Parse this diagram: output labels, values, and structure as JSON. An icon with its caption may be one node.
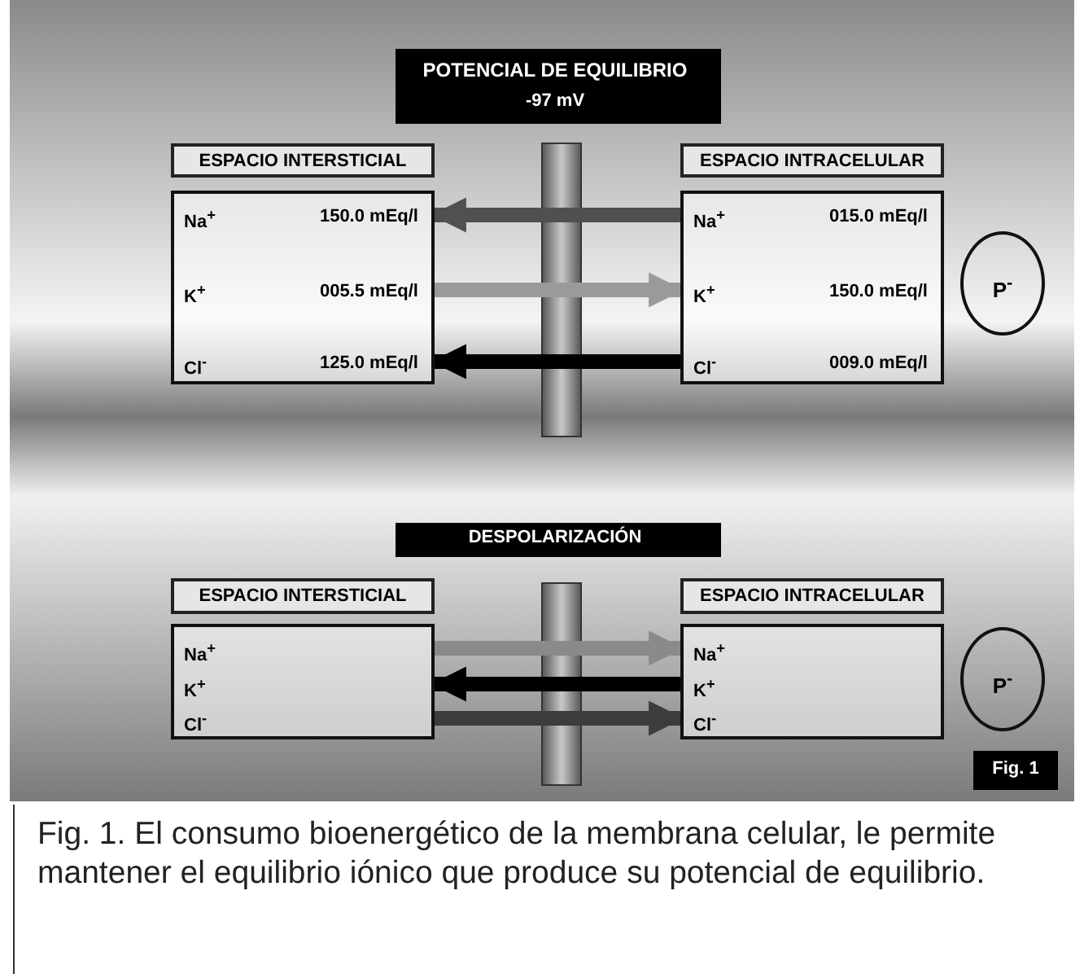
{
  "diagram": {
    "caption": "Fig. 1. El consumo bioenergético de la membrana celular, le permite mantener el equilibrio iónico que produce su potencial de equilibrio.",
    "nodes": [
      {
        "text": [
          "POTENCIAL DE EQUILIBRIO",
          "-97 mV"
        ]
      },
      {
        "text": [
          "ESPACIO INTERSTICIAL"
        ]
      },
      {
        "text": [
          "ESPACIO INTRACELULAR"
        ]
      },
      {
        "text": [
          "Na$^{+}$",
          "150.0 mEq/l",
          "K$^{+}$",
          "005.5 mEq/l",
          "Cl$^{-}$",
          "125.0 mEq/l"
        ]
      },
      {
        "text": [
          "Na$^{+}$",
          "015.0 mEq/l",
          "K$^{+}$",
          "150.0 mEq/l",
          "Cl$^{-}$",
          "009.0 mEq/l"
        ]
      },
      {
        "text": [
          "P$^{-}$"
        ]
      },
      {
        "text": [
          "DESPOLARIZACIÓN"
        ]
      },
      {
        "text": [
          "ESPACIO INTERSTICIAL"
        ]
      },
      {
        "text": [
          "ESPACIO INTRACELULAR"
        ]
      },
      {
        "text": [
          "Na$^{+}$",
          "K$^{+}$",
          "Cl$^{-}$"
        ]
      },
      {
        "text": [
          "Na$^{+}$",
          "K$^{+}$",
          "Cl$^{-}$"
        ]
      },
      {
        "text": [
          "P$^{-}$"
        ]
      },
      {
        "text": [
          "Fig. 1"
        ]
      }
    ],
    "edges": [
      {
        "from": 4,
        "to": 3,
        "arrow": "to",
        "color": "#505050"
      },
      {
        "from": 3,
        "to": 4,
        "arrow": "to",
        "color": "#9a9a9a"
      },
      {
        "from": 4,
        "to": 3,
        "arrow": "to",
        "color": "#000000"
      },
      {
        "from": 9,
        "to": 10,
        "arrow": "to",
        "color": "#8a8a8a"
      },
      {
        "from": 10,
        "to": 9,
        "arrow": "to",
        "color": "#000000"
      },
      {
        "from": 9,
        "to": 10,
        "arrow": "to",
        "color": "#3c3c3c"
      }
    ]
  }
}
